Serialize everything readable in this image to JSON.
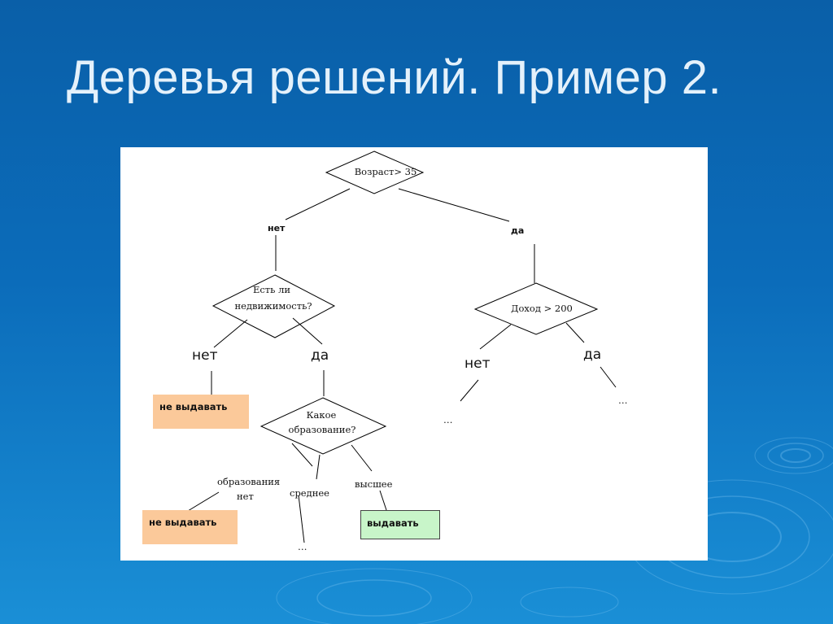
{
  "slide": {
    "title": "Деревья решений. Пример 2."
  },
  "tree": {
    "root": {
      "question": "Возраст> 35",
      "branch_no": "нет",
      "branch_yes": "да"
    },
    "property": {
      "question_line1": "Есть ли",
      "question_line2": "недвижимость?",
      "branch_no": "нет",
      "branch_yes": "да"
    },
    "income": {
      "question": "Доход > 200",
      "branch_no": "нет",
      "branch_yes": "да",
      "continuation_no": "…",
      "continuation_yes": "…"
    },
    "education": {
      "question_line1": "Какое",
      "question_line2": "образование?",
      "branch_none_line1": "образования",
      "branch_none_line2": "нет",
      "branch_secondary": "среднее",
      "branch_higher": "высшее",
      "continuation_secondary": "…"
    },
    "leaves": {
      "deny_property": "не выдавать",
      "deny_education": "не выдавать",
      "grant_higher": "выдавать"
    }
  },
  "colors": {
    "background": "#0b6cba",
    "deny_leaf": "#fbc99a",
    "grant_leaf": "#c8f5c9"
  }
}
